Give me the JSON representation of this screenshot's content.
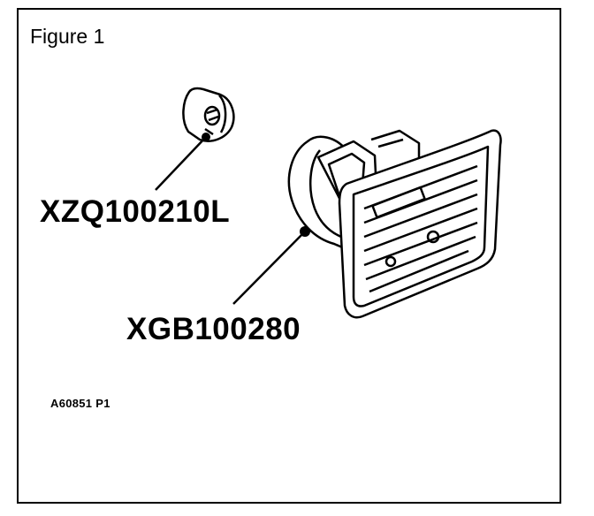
{
  "figure": {
    "title": "Figure 1",
    "parts": [
      {
        "part_number": "XZQ100210L",
        "depicts": "bulb"
      },
      {
        "part_number": "XGB100280",
        "depicts": "side-repeater-lamp"
      }
    ],
    "reference_code": "A60851 P1"
  },
  "colors": {
    "ink": "#000000",
    "background": "#ffffff"
  }
}
